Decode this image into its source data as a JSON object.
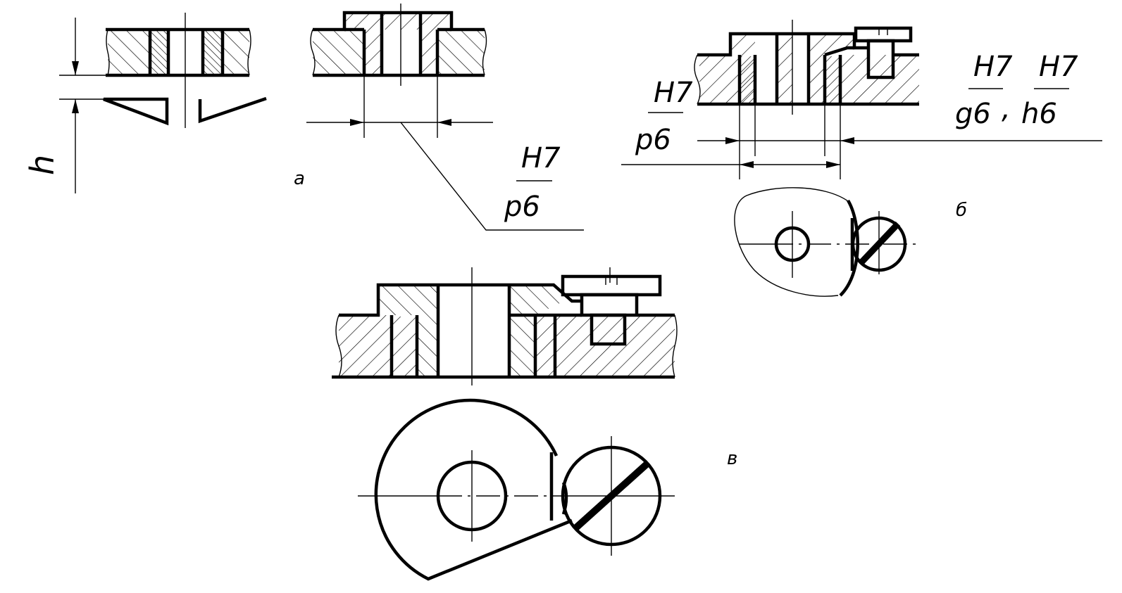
{
  "labels": {
    "view_a": "а",
    "view_b": "б",
    "view_v": "в",
    "dimension_h": "h"
  },
  "fits": {
    "a": {
      "numerator": "H7",
      "denominator": "p6"
    },
    "b_left": {
      "numerator": "H7",
      "denominator": "p6"
    },
    "b_right_1": {
      "numerator": "H7",
      "denominator": "g6"
    },
    "b_right_2": {
      "numerator": "H7",
      "denominator": "h6"
    },
    "b_separator": ","
  },
  "colors": {
    "ink": "#000000",
    "paper": "#ffffff"
  }
}
